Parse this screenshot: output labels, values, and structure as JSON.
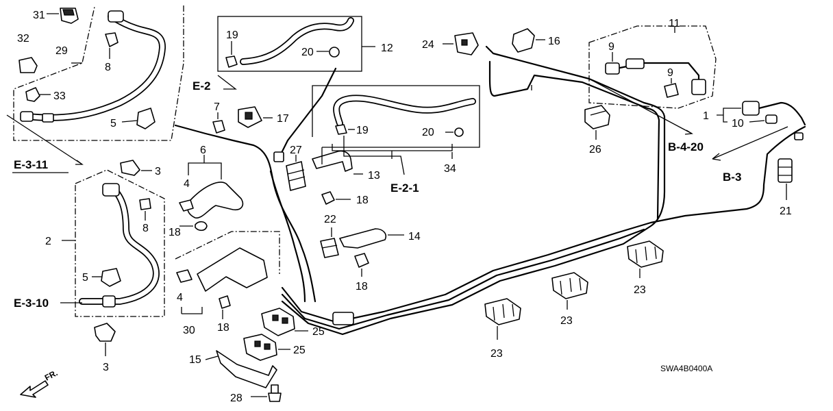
{
  "diagram": {
    "callouts": {
      "c31": "31",
      "c32": "32",
      "c29": "29",
      "c8a": "8",
      "c33": "33",
      "c5a": "5",
      "c19a": "19",
      "c20a": "20",
      "c12": "12",
      "c7": "7",
      "c17": "17",
      "c6": "6",
      "c4a": "4",
      "c18a": "18",
      "c3a": "3",
      "c2": "2",
      "c8b": "8",
      "c5b": "5",
      "c3b": "3",
      "c30": "30",
      "c4b": "4",
      "c18b": "18",
      "c27": "27",
      "c13": "13",
      "c18c": "18",
      "c22": "22",
      "c14": "14",
      "c18d": "18",
      "c25a": "25",
      "c25b": "25",
      "c15": "15",
      "c28": "28",
      "c19b": "19",
      "c20b": "20",
      "c34": "34",
      "c24": "24",
      "c16": "16",
      "c11": "11",
      "c9a": "9",
      "c9b": "9",
      "c26": "26",
      "c1": "1",
      "c10": "10",
      "c21": "21",
      "c23a": "23",
      "c23b": "23",
      "c23c": "23"
    },
    "refs": {
      "e3_11": "E-3-11",
      "e3_10": "E-3-10",
      "e2": "E-2",
      "e2_1": "E-2-1",
      "b4_20": "B-4-20",
      "b3": "B-3"
    },
    "fr_label": "FR.",
    "drawing_code": "SWA4B0400A",
    "icons": [
      "front-direction-arrow-icon",
      "pipe-clamp-icon",
      "bolt-icon",
      "nut-icon",
      "clip-icon",
      "hose-icon",
      "bracket-icon"
    ]
  }
}
